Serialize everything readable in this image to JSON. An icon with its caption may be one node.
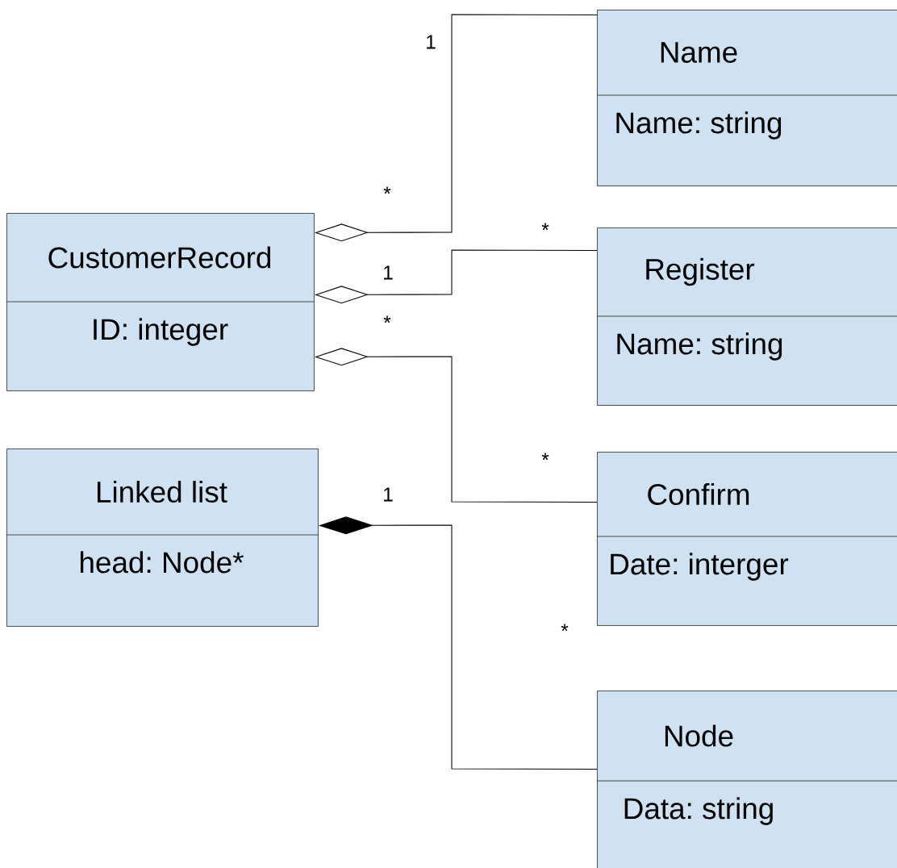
{
  "diagram": {
    "nodes": [
      {
        "text": [
          "CustomerRecord",
          "ID: integer"
        ]
      },
      {
        "text": [
          "Name",
          "Name: string"
        ]
      },
      {
        "text": [
          "Register",
          "Name: string"
        ]
      },
      {
        "text": [
          "Confirm",
          "Date: interger"
        ]
      },
      {
        "text": [
          "Linked list",
          "head: Node*"
        ]
      },
      {
        "text": [
          "Node",
          "Data: string"
        ]
      }
    ],
    "edges": [
      {
        "from": 0,
        "to": 1,
        "arrow": "other"
      },
      {
        "from": 0,
        "to": 2,
        "arrow": "other"
      },
      {
        "from": 0,
        "to": 3,
        "arrow": "other"
      },
      {
        "from": 4,
        "to": 5,
        "arrow": "other"
      }
    ],
    "labels": [
      "1",
      "*",
      "*",
      "1",
      "*",
      "*",
      "1",
      "*"
    ]
  }
}
